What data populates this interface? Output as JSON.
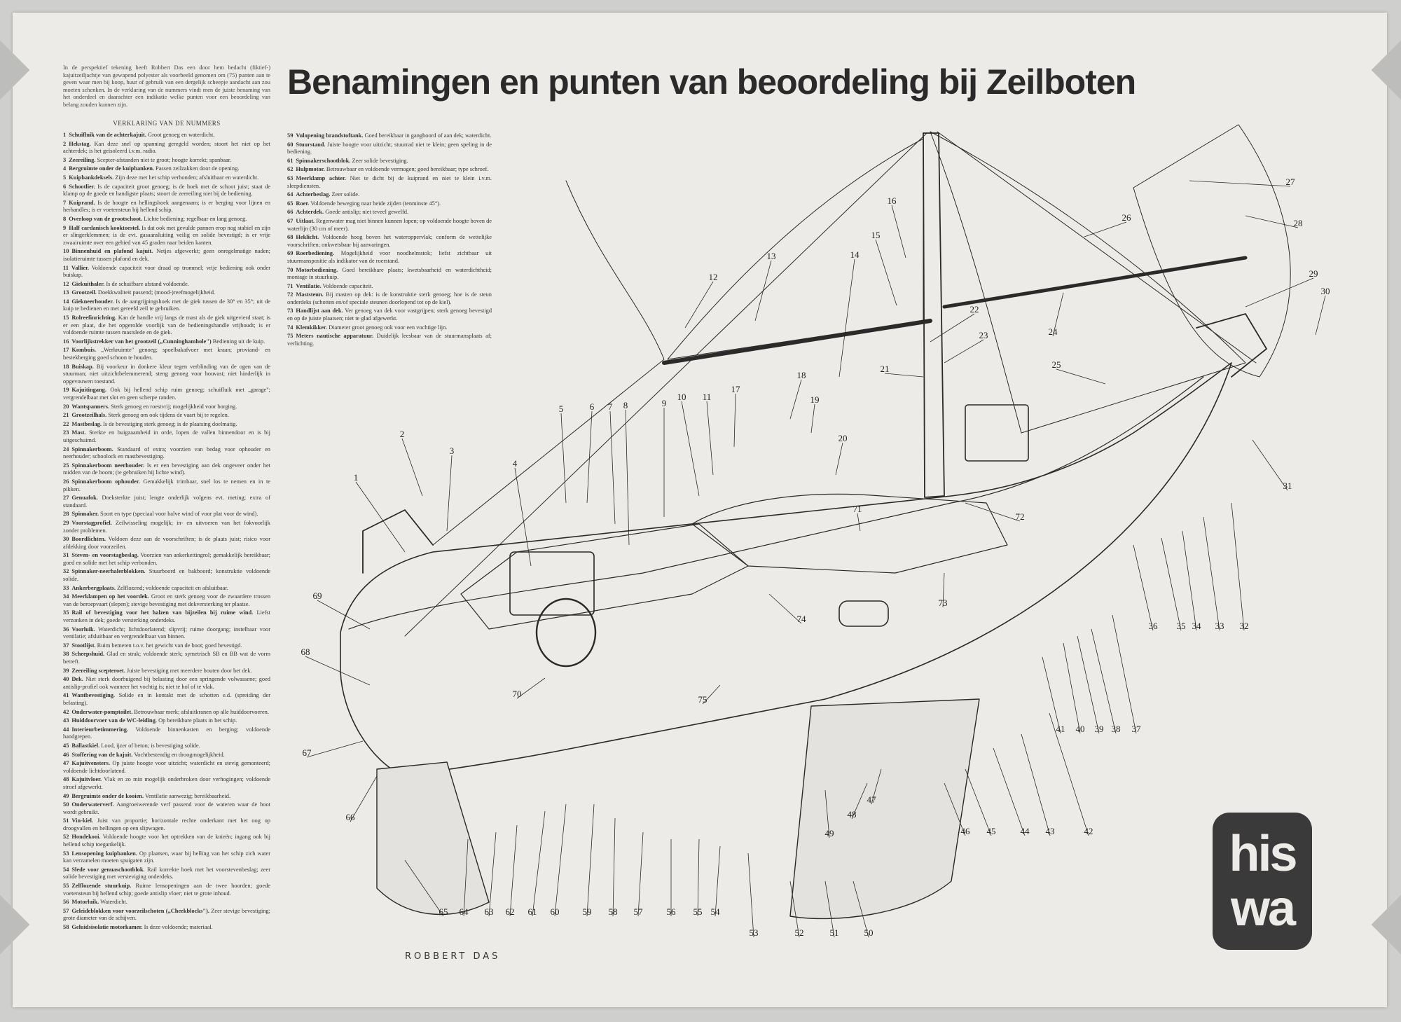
{
  "title": "Benamingen en punten van beoordeling bij Zeilboten",
  "intro": "In de perspektief tekening heeft Robbert Das een door hem bedacht (fiktief-) kajuitzeiljachtje van gewapend polyester als voorbeeld genomen om (75) punten aan te geven waar men bij koop, huur of gebruik van een dergelijk scheepje aandacht aan zou moeten schenken. In de verklaring van de nummers vindt men de juiste benaming van het onderdeel en daarachter een indikatie welke punten voor een beoordeling van belang zouden kunnen zijn.",
  "legend_heading": "VERKLARING VAN DE NUMMERS",
  "legend_col1": [
    {
      "n": "1",
      "name": "Schuifluik van de achterkajuit.",
      "text": "Groot genoeg en waterdicht."
    },
    {
      "n": "2",
      "name": "Hekstag.",
      "text": "Kan deze snel op spanning geregeld worden; stoort het niet op het achterdek; is het geïsoleerd i.v.m. radio."
    },
    {
      "n": "3",
      "name": "Zeereiling.",
      "text": "Scepter-afstanden niet te groot; hoogte korrekt; spanbaar."
    },
    {
      "n": "4",
      "name": "Bergruimte onder de kuipbanken.",
      "text": "Passen zeilzakken door de opening."
    },
    {
      "n": "5",
      "name": "Kuipbankdeksels.",
      "text": "Zijn deze met het schip verbonden; afsluitbaar en waterdicht."
    },
    {
      "n": "6",
      "name": "Schootlier.",
      "text": "Is de capaciteit groot genoeg; is de hoek met de schoot juist; staat de klamp op de goede en handigste plaats; stoort de zeereiling niet bij de bediening."
    },
    {
      "n": "7",
      "name": "Kuiprand.",
      "text": "Is de hoogte en hellingshoek aangenaam; is er berging voor lijnen en herhandles; is er voetensteun bij hellend schip."
    },
    {
      "n": "8",
      "name": "Overloop van de grootschoot.",
      "text": "Lichte bediening; regelbaar en lang genoeg."
    },
    {
      "n": "9",
      "name": "Half cardanisch kooktoestel.",
      "text": "Is dat ook met gevulde pannen erop nog stabiel en zijn er slingerklemmen; is de evt. gasaansluiting veilig en solide bevestigd; is er vrije zwaairuimte over een gebied van 45 graden naar beiden kanten."
    },
    {
      "n": "10",
      "name": "Binnenhuid en plafond kajuit.",
      "text": "Netjes afgewerkt; geen onregelmatige naden; isolatieruimte tussen plafond en dek."
    },
    {
      "n": "11",
      "name": "Vallier.",
      "text": "Voldoende capaciteit voor draad op trommel; vrije bediening ook onder buiskap."
    },
    {
      "n": "12",
      "name": "Giekuithaler.",
      "text": "Is de schuifbare afstand voldoende."
    },
    {
      "n": "13",
      "name": "Grootzeil.",
      "text": "Doekkwaliteit passend; (mood-)reefmogelijkheid."
    },
    {
      "n": "14",
      "name": "Giekneerhouder.",
      "text": "Is de aangrijpingshoek met de giek tussen de 30° en 35°; uit de kuip te bedienen en met gereefd zeil te gebruiken."
    },
    {
      "n": "15",
      "name": "Rolreefinrichting.",
      "text": "Kan de handle vrij langs de mast als de giek uitgevierd staat; is er een plaat, die het opgerolde voorlijk van de bedieningshandle vrijhoudt; is er voldoende ruimte tussen mastslede en de giek."
    },
    {
      "n": "16",
      "name": "Voorlijkstrekker van het grootzeil („Cunninghamhole\")",
      "text": "Bediening uit de kuip."
    },
    {
      "n": "17",
      "name": "Kombuis.",
      "text": "„Werkruimte\" genoeg; spoelbakafvoer met kraan; proviand- en bestekberging goed schoon te houden."
    },
    {
      "n": "18",
      "name": "Buiskap.",
      "text": "Bij voorkeur in donkere kleur tegen verblinding van de ogen van de stuurman; niet uitzichtbelemmerend; steng genoeg voor houvast; niet hinderlijk in opgevouwen toestand."
    },
    {
      "n": "19",
      "name": "Kajuitingang.",
      "text": "Ook bij hellend schip ruim genoeg; schuifluik met „garage\"; vergrendelbaar met slot en geen scherpe randen."
    },
    {
      "n": "20",
      "name": "Wantspanners.",
      "text": "Sterk genoeg en roestvrij; mogelijkheid voor borging."
    },
    {
      "n": "21",
      "name": "Grootzeilhals.",
      "text": "Sterk genoeg om ook tijdens de vaart bij te regelen."
    },
    {
      "n": "22",
      "name": "Mastbeslag.",
      "text": "Is de bevestiging sterk genoeg; is de plaatsing doelmatig."
    },
    {
      "n": "23",
      "name": "Mast.",
      "text": "Sterkte en buigzaamheid in orde, lopen de vallen binnendoor en is bij uitgeschuimd."
    },
    {
      "n": "24",
      "name": "Spinnakerboom.",
      "text": "Standaard of extra; voorzien van bedag voor ophouder en neerhouder; schoolock en mastbevestiging."
    },
    {
      "n": "25",
      "name": "Spinnakerboom neerhouder.",
      "text": "Is er een bevestiging aan dek ongeveer onder het midden van de boom; (te gebruiken bij lichte wind)."
    },
    {
      "n": "26",
      "name": "Spinnakerboom ophouder.",
      "text": "Gemakkelijk trimbaar, snel los te nemen en in te pikken."
    },
    {
      "n": "27",
      "name": "Genuafok.",
      "text": "Doeksterkte juist; lengte onderlijk volgens evt. meting; extra of standaard."
    },
    {
      "n": "28",
      "name": "Spinnaker.",
      "text": "Soort en type (speciaal voor halve wind of voor plat voor de wind)."
    },
    {
      "n": "29",
      "name": "Voorstagprofiel.",
      "text": "Zeilwisseling mogelijk; in- en uitvoeren van het fokvoorlijk zonder problemen."
    },
    {
      "n": "30",
      "name": "Boordlichten.",
      "text": "Voldoen deze aan de voorschriften; is de plaats juist; risico voor afdekking door voorzeilen."
    },
    {
      "n": "31",
      "name": "Steven- en voorstagbeslag.",
      "text": "Voorzien van ankerkettingrol; gemakkelijk bereikbaar; goed en solide met het schip verbonden."
    },
    {
      "n": "32",
      "name": "Spinnaker-neerhalerblokken.",
      "text": "Stuurboord en bakboord; konstruktie voldoende solide."
    },
    {
      "n": "33",
      "name": "Ankerbergplaats.",
      "text": "Zelflozend; voldoende capaciteit en afsluitbaar."
    },
    {
      "n": "34",
      "name": "Meerklampen op het voordek.",
      "text": "Groot en sterk genoeg voor de zwaardere trossen van de beroepvaart (slepen); stevige bevestiging met dekversterking ter plaatse."
    },
    {
      "n": "35",
      "name": "Rail of bevestiging voor het halzen van bijzeilen bij ruime wind.",
      "text": "Liefst verzonken in dek; goede versterking onderdeks."
    },
    {
      "n": "36",
      "name": "Voorluik.",
      "text": "Waterdicht; lichtdoorlatend; slipvrij; ruime doorgang; instelbaar voor ventilatie; afsluitbaar en vergrendelbaar van binnen."
    },
    {
      "n": "37",
      "name": "Stootlijst.",
      "text": "Ruim bemeten t.o.v. het gewicht van de boot; goed bevestigd."
    },
    {
      "n": "38",
      "name": "Scheepshuid.",
      "text": "Glad en strak; voldoende sterk; symetrisch SB en BB wat de vorm betreft."
    },
    {
      "n": "39",
      "name": "Zeereiling scepteroet.",
      "text": "Juiste bevestiging met meerdere bouten door het dek."
    },
    {
      "n": "40",
      "name": "Dek.",
      "text": "Niet sterk doorbuigend bij belasting door een springende volwassene; goed antislip-profiel ook wanneer het vochtig is; niet te hol of te vlak."
    },
    {
      "n": "41",
      "name": "Wantbevestiging.",
      "text": "Solide en in kontakt met de schotten e.d. (spreiding der belasting)."
    },
    {
      "n": "42",
      "name": "Onderwater-pomptoilet.",
      "text": "Betrouwbaar merk; afsluitkranen op alle huiddoorvoeren."
    },
    {
      "n": "43",
      "name": "Huiddoorvoer van de WC-leiding.",
      "text": "Op bereikbare plaats in het schip."
    },
    {
      "n": "44",
      "name": "Interieurbetimmering.",
      "text": "Voldoende binnenkasten en berging; voldoende handgrepen."
    },
    {
      "n": "45",
      "name": "Ballastkiel.",
      "text": "Lood, ijzer of beton; is bevestiging solide."
    },
    {
      "n": "46",
      "name": "Stoffering van de kajuit.",
      "text": "Vochtbestendig en droogmogelijkheid."
    },
    {
      "n": "47",
      "name": "Kajuitvensters.",
      "text": "Op juiste hoogte voor uitzicht; waterdicht en stevig gemonteerd; voldoende lichtdoorlatend."
    },
    {
      "n": "48",
      "name": "Kajuitvloer.",
      "text": "Vlak en zo min mogelijk onderbroken door verhogingen; voldoende stroef afgewerkt."
    },
    {
      "n": "49",
      "name": "Bergruimte onder de kooien.",
      "text": "Ventilatie aanwezig; bereikbaarheid."
    },
    {
      "n": "50",
      "name": "Onderwaterverf.",
      "text": "Aangroeiwerende verf passend voor de wateren waar de boot wordt gebruikt."
    },
    {
      "n": "51",
      "name": "Vin-kiel.",
      "text": "Juist van proportie; horizontale rechte onderkant met het oog op droogvallen en hellingen op een slipwagen."
    },
    {
      "n": "52",
      "name": "Hondekooi.",
      "text": "Voldoende hoogte voor het optrekken van de knieën; ingang ook bij hellend schip toegankelijk."
    },
    {
      "n": "53",
      "name": "Lensopening kuipbanken.",
      "text": "Op plaatsen, waar bij helling van het schip zich water kan verzamelen moeten spuigaten zijn."
    },
    {
      "n": "54",
      "name": "Slede voor genuaschootblok.",
      "text": "Rail korrekte hoek met het voorstevenbeslag; zeer solide bevestiging met versteviging onderdeks."
    },
    {
      "n": "55",
      "name": "Zelflozende stuurkuip.",
      "text": "Ruime lensopeningen aan de twee hoorden; goede voetensteun bij hellend schip; goede antislip vloer; niet te grote inhoud."
    },
    {
      "n": "56",
      "name": "Motorluik.",
      "text": "Waterdicht."
    },
    {
      "n": "57",
      "name": "Geleideblokken voor voorzeilschoten („Cheekblocks\").",
      "text": "Zeer stevige bevestiging; grote diameter van de schijven."
    },
    {
      "n": "58",
      "name": "Geluidsisolatie motorkamer.",
      "text": "Is deze voldoende; materiaal."
    }
  ],
  "legend_col2": [
    {
      "n": "59",
      "name": "Vulopening brandstoftank.",
      "text": "Goed bereikbaar in gangboord of aan dek; waterdicht."
    },
    {
      "n": "60",
      "name": "Stuurstand.",
      "text": "Juiste hoogte voor uitzicht; stuurrad niet te klein; geen speling in de bediening."
    },
    {
      "n": "61",
      "name": "Spinnakerschootblok.",
      "text": "Zeer solide bevestiging."
    },
    {
      "n": "62",
      "name": "Hulpmotor.",
      "text": "Betrouwbaar en voldoende vermogen; goed bereikbaar; type schroef."
    },
    {
      "n": "63",
      "name": "Meerklamp achter.",
      "text": "Niet te dicht bij de kuiprand en niet te klein i.v.m. sleepdiensten."
    },
    {
      "n": "64",
      "name": "Achterbeslag.",
      "text": "Zeer solide."
    },
    {
      "n": "65",
      "name": "Roer.",
      "text": "Voldoende beweging naar beide zijden (tenminste 45°)."
    },
    {
      "n": "66",
      "name": "Achterdek.",
      "text": "Goede antislip; niet teveel gewelfd."
    },
    {
      "n": "67",
      "name": "Uitlaat.",
      "text": "Regenwater mag niet binnen kunnen lopen; op voldoende hoogte boven de waterlijn (30 cm of meer)."
    },
    {
      "n": "68",
      "name": "Heklicht.",
      "text": "Voldoende hoog boven het wateroppervlak; conform de wettelijke voorschriften; onkwetsbaar bij aanvaringen."
    },
    {
      "n": "69",
      "name": "Roerbediening.",
      "text": "Mogelijkheid voor noodhelmstok; liefst zichtbaar uit stuurmanspositie als indikator van de roerstand."
    },
    {
      "n": "70",
      "name": "Motorbediening.",
      "text": "Goed bereikbare plaats; kwetsbaarheid en waterdichtheid; montage in stuurkuip."
    },
    {
      "n": "71",
      "name": "Ventilatie.",
      "text": "Voldoende capaciteit."
    },
    {
      "n": "72",
      "name": "Maststeun.",
      "text": "Bij masten op dek: is de konstruktie sterk genoeg; hoe is de steun onderdeks (schotten en/of speciale steunen doorlopend tot op de kiel)."
    },
    {
      "n": "73",
      "name": "Handlijst aan dek.",
      "text": "Ver genoeg van dek voor vastgrijpen; sterk genoeg bevestigd en op de juiste plaatsen; niet te glad afgewerkt."
    },
    {
      "n": "74",
      "name": "Klemkikker.",
      "text": "Diameter groot genoeg ook voor een vochtige lijn."
    },
    {
      "n": "75",
      "name": "Meters nautische apparatuur.",
      "text": "Duidelijk leesbaar van de stuurmansplaats af; verlichting."
    }
  ],
  "callouts": [
    {
      "label": "1"
    },
    {
      "label": "2"
    },
    {
      "label": "3"
    },
    {
      "label": "4"
    },
    {
      "label": "5"
    },
    {
      "label": "6"
    },
    {
      "label": "7"
    },
    {
      "label": "8"
    },
    {
      "label": "9"
    },
    {
      "label": "10"
    },
    {
      "label": "11"
    },
    {
      "label": "12"
    },
    {
      "label": "13"
    },
    {
      "label": "14"
    },
    {
      "label": "15"
    },
    {
      "label": "16"
    },
    {
      "label": "17"
    },
    {
      "label": "18"
    },
    {
      "label": "19"
    },
    {
      "label": "20"
    },
    {
      "label": "21"
    },
    {
      "label": "22"
    },
    {
      "label": "23"
    },
    {
      "label": "24"
    },
    {
      "label": "25"
    },
    {
      "label": "26"
    },
    {
      "label": "27"
    },
    {
      "label": "28"
    },
    {
      "label": "29"
    },
    {
      "label": "30"
    },
    {
      "label": "31"
    },
    {
      "label": "32"
    },
    {
      "label": "33"
    },
    {
      "label": "34"
    },
    {
      "label": "35"
    },
    {
      "label": "36"
    },
    {
      "label": "37"
    },
    {
      "label": "38"
    },
    {
      "label": "39"
    },
    {
      "label": "40"
    },
    {
      "label": "41"
    },
    {
      "label": "42"
    },
    {
      "label": "43"
    },
    {
      "label": "44"
    },
    {
      "label": "45"
    },
    {
      "label": "46"
    },
    {
      "label": "47"
    },
    {
      "label": "48"
    },
    {
      "label": "49"
    },
    {
      "label": "50"
    },
    {
      "label": "51"
    },
    {
      "label": "52"
    },
    {
      "label": "53"
    },
    {
      "label": "54"
    },
    {
      "label": "55"
    },
    {
      "label": "56"
    },
    {
      "label": "57"
    },
    {
      "label": "58"
    },
    {
      "label": "59"
    },
    {
      "label": "60"
    },
    {
      "label": "61"
    },
    {
      "label": "62"
    },
    {
      "label": "63"
    },
    {
      "label": "64"
    },
    {
      "label": "65"
    },
    {
      "label": "66"
    },
    {
      "label": "67"
    },
    {
      "label": "68"
    },
    {
      "label": "69"
    },
    {
      "label": "70"
    },
    {
      "label": "71"
    },
    {
      "label": "72"
    },
    {
      "label": "73"
    },
    {
      "label": "74"
    },
    {
      "label": "75"
    }
  ],
  "signature": "ROBBERT DAS",
  "logo": {
    "line1": "his",
    "line2": "wa"
  },
  "colors": {
    "paper": "#ecebe7",
    "ink": "#222222",
    "logo_bg": "#3a3a3a"
  }
}
